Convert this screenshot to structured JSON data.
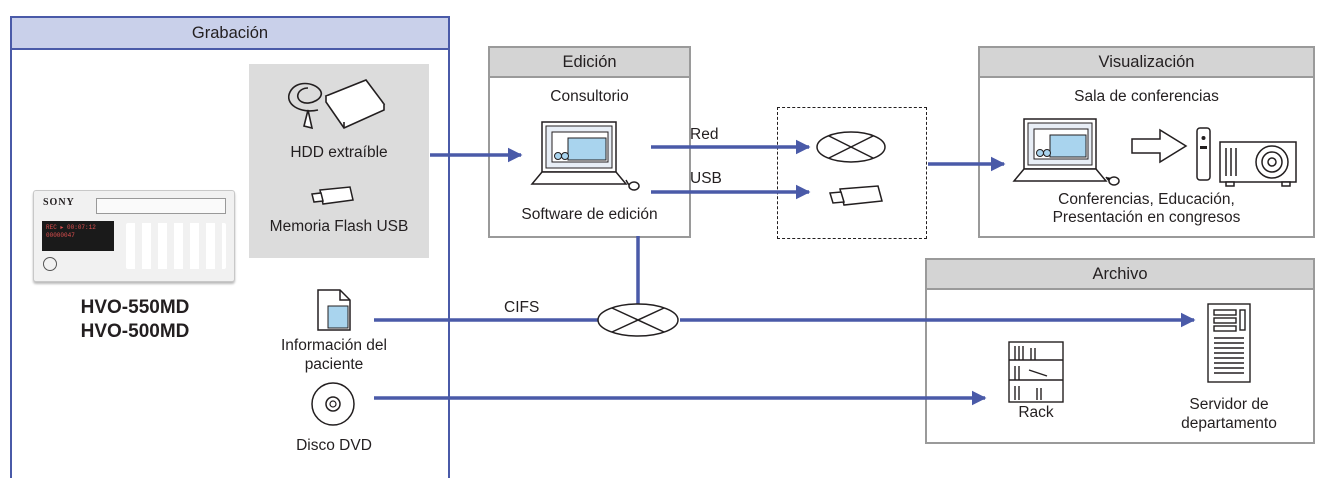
{
  "recording": {
    "title": "Grabación",
    "hdd_label": "HDD extraíble",
    "usb_label": "Memoria Flash USB",
    "device_models": [
      "HVO-550MD",
      "HVO-500MD"
    ],
    "device_display_line1": "REC ▸ 00:07:12",
    "device_display_line2": "00000047",
    "patient_info_line1": "Información del",
    "patient_info_line2": "paciente",
    "dvd_label": "Disco DVD",
    "panel_color": "#4a5aa8",
    "header_color": "#c9d0ea"
  },
  "editing": {
    "title": "Edición",
    "location": "Consultorio",
    "software_label": "Software de edición"
  },
  "transfer": {
    "network_label": "Red",
    "usb_label": "USB",
    "cifs_label": "CIFS",
    "arrow_color": "#4a5aa8"
  },
  "viewing": {
    "title": "Visualización",
    "location": "Sala de conferencias",
    "uses_line1": "Conferencias, Educación,",
    "uses_line2": "Presentación en congresos"
  },
  "archive": {
    "title": "Archivo",
    "rack_label": "Rack",
    "server_line1": "Servidor de",
    "server_line2": "departamento"
  }
}
